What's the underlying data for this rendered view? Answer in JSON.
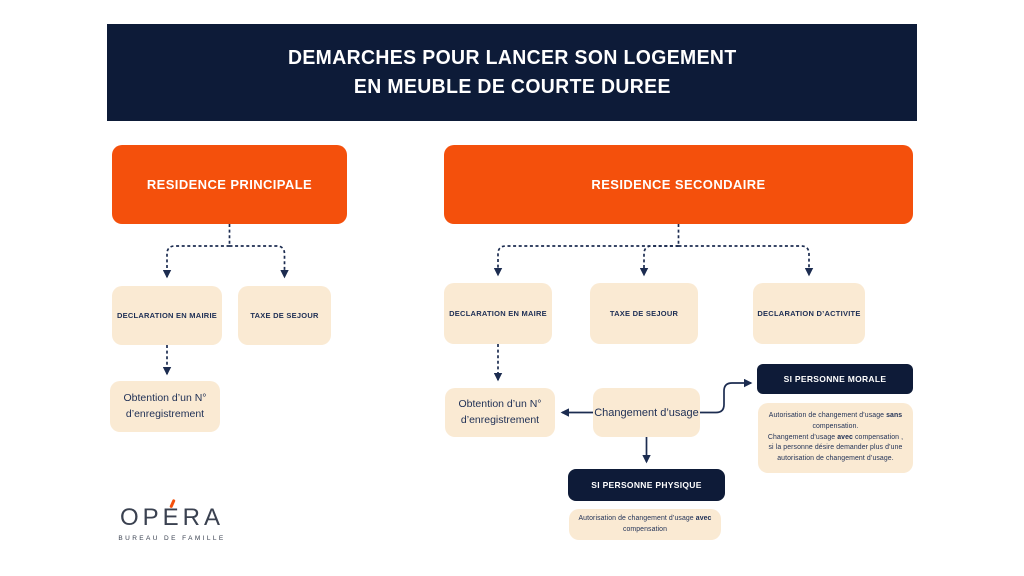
{
  "colors": {
    "navy": "#0d1b38",
    "orange": "#f4500c",
    "cream": "#faead3",
    "text_navy": "#1e2f55",
    "background": "#ffffff"
  },
  "header": {
    "line1": "DEMARCHES POUR LANCER SON LOGEMENT",
    "line2": "EN MEUBLE DE COURTE DUREE"
  },
  "principale": {
    "title": "RESIDENCE PRINCIPALE",
    "step1": "DECLARATION EN MAIRIE",
    "step2": "TAXE DE SEJOUR",
    "result": "Obtention d’un N° d’enregistrement"
  },
  "secondaire": {
    "title": "RESIDENCE SECONDAIRE",
    "step1": "DECLARATION EN MAIRE",
    "step2": "TAXE DE SEJOUR",
    "step3": "DECLARATION D’ACTIVITE",
    "result": "Obtention d’un N° d’enregistrement",
    "usage": "Changement d’usage",
    "morale": {
      "title": "SI PERSONNE MORALE",
      "note_p1": "Autorisation de changement d’usage ",
      "note_b1": "sans",
      "note_p2": " compensation.",
      "note_p3": "Changement d’usage ",
      "note_b2": "avec",
      "note_p4": " compensation , si la personne désire demander plus d’une autorisation de changement d’usage."
    },
    "physique": {
      "title": "SI PERSONNE PHYSIQUE",
      "note_p1": "Autorisation de changement d’usage ",
      "note_b1": "avec",
      "note_p2": " compensation"
    }
  },
  "logo": {
    "pre": "OP",
    "e": "E",
    "post": "RA",
    "subtitle": "BUREAU DE FAMILLE"
  }
}
